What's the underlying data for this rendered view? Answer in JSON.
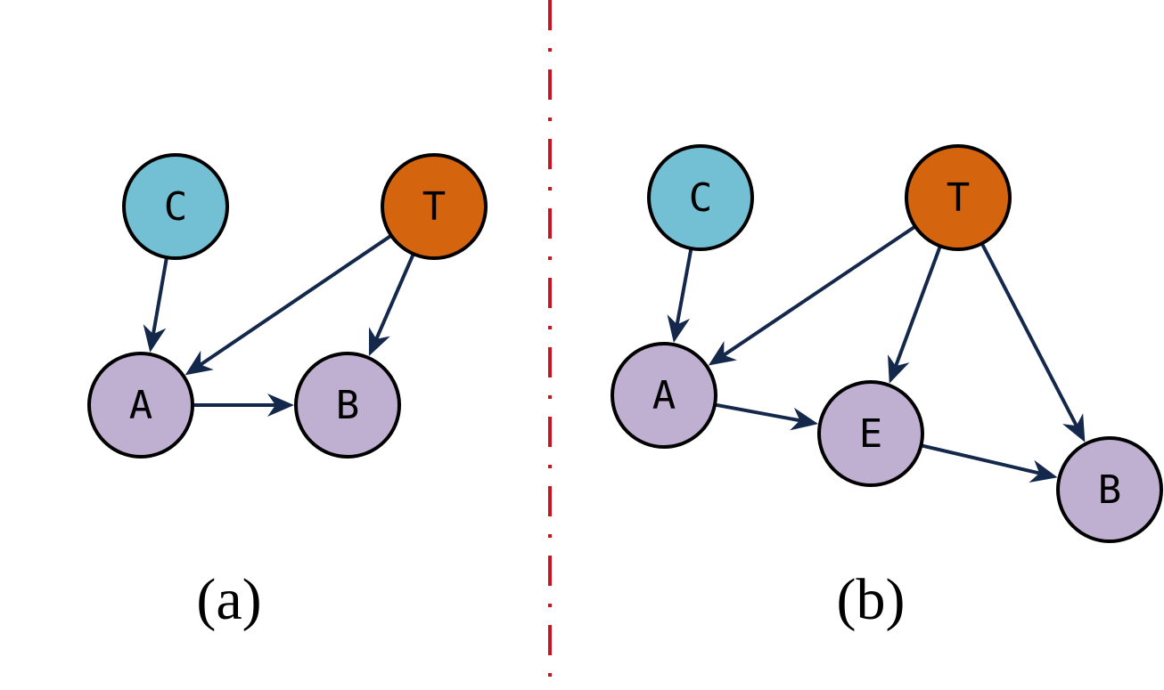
{
  "colors": {
    "confounder": "#73bfd4",
    "treatment": "#d5640f",
    "variable": "#bfb0d1",
    "edge": "#14284b",
    "divider": "#c8141e"
  },
  "panel_a": {
    "caption": "(a)",
    "nodes": {
      "C": {
        "label": "C",
        "role": "confounder"
      },
      "T": {
        "label": "T",
        "role": "treatment"
      },
      "A": {
        "label": "A",
        "role": "variable"
      },
      "B": {
        "label": "B",
        "role": "variable"
      }
    },
    "edges": [
      {
        "from": "C",
        "to": "A"
      },
      {
        "from": "T",
        "to": "A"
      },
      {
        "from": "T",
        "to": "B"
      },
      {
        "from": "A",
        "to": "B"
      }
    ]
  },
  "panel_b": {
    "caption": "(b)",
    "nodes": {
      "C": {
        "label": "C",
        "role": "confounder"
      },
      "T": {
        "label": "T",
        "role": "treatment"
      },
      "A": {
        "label": "A",
        "role": "variable"
      },
      "E": {
        "label": "E",
        "role": "variable"
      },
      "B": {
        "label": "B",
        "role": "variable"
      }
    },
    "edges": [
      {
        "from": "C",
        "to": "A"
      },
      {
        "from": "T",
        "to": "A"
      },
      {
        "from": "T",
        "to": "E"
      },
      {
        "from": "T",
        "to": "B"
      },
      {
        "from": "A",
        "to": "E"
      },
      {
        "from": "E",
        "to": "B"
      }
    ]
  }
}
